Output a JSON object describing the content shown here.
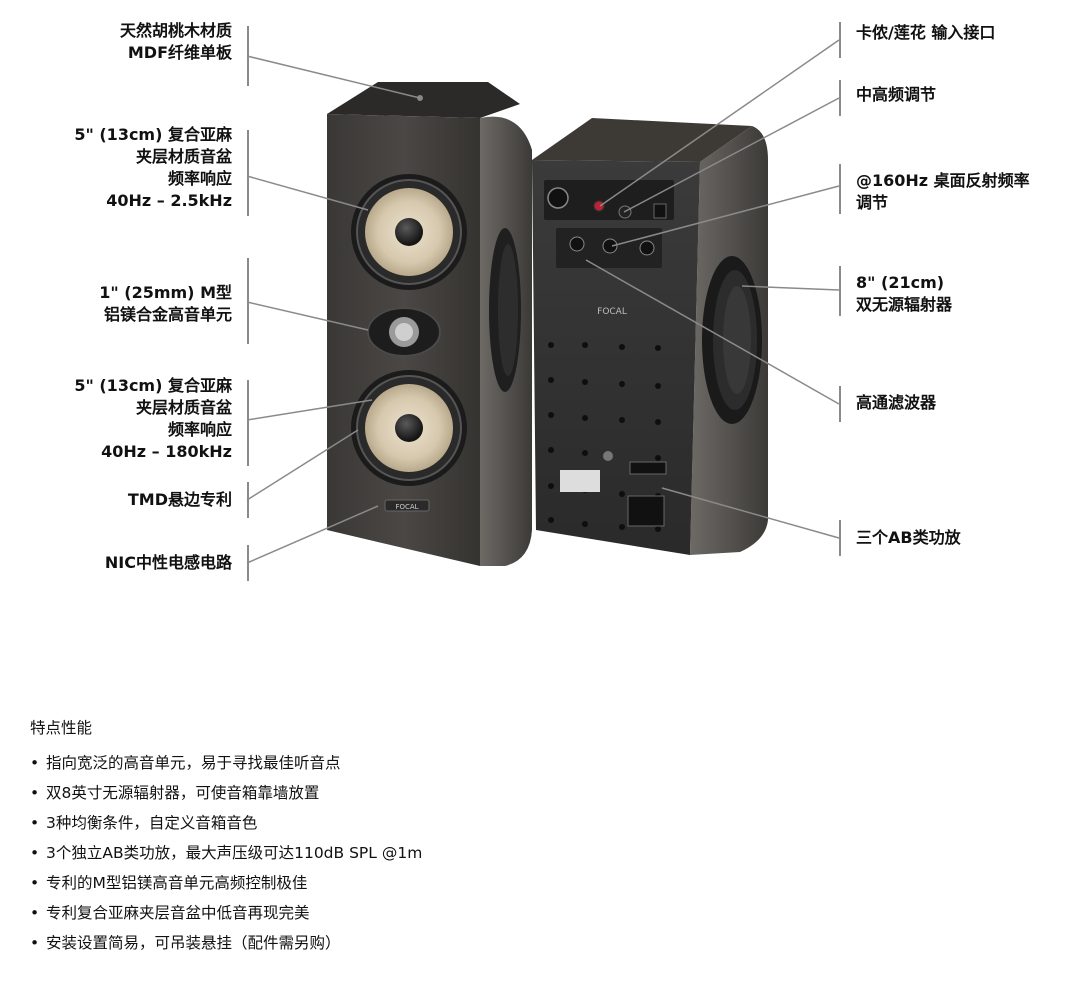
{
  "brand": "FOCAL",
  "left_labels": [
    "天然胡桃木材质\nMDF纤维单板",
    "5\" (13cm) 复合亚麻\n夹层材质音盆\n频率响应\n40Hz – 2.5kHz",
    "1\" (25mm)    M型\n铝镁合金高音单元",
    "5\" (13cm) 复合亚麻\n夹层材质音盆\n频率响应\n40Hz – 180kHz",
    "TMD悬边专利",
    "NIC中性电感电路"
  ],
  "right_labels": [
    "卡侬/莲花 输入接口",
    "中高频调节",
    "@160Hz  桌面反射频率\n调节",
    "8\" (21cm)\n双无源辐射器",
    "高通滤波器",
    "三个AB类功放"
  ],
  "features": {
    "title": "特点性能",
    "items": [
      "指向宽泛的高音单元，易于寻找最佳听音点",
      "双8英寸无源辐射器，可使音箱靠墙放置",
      "3种均衡条件，自定义音箱音色",
      "3个独立AB类功放，最大声压级可达110dB SPL @1m",
      "专利的M型铝镁高音单元高频控制极佳",
      "专利复合亚麻夹层音盆中低音再现完美",
      "安装设置简易，可吊装悬挂（配件需另购）"
    ]
  }
}
